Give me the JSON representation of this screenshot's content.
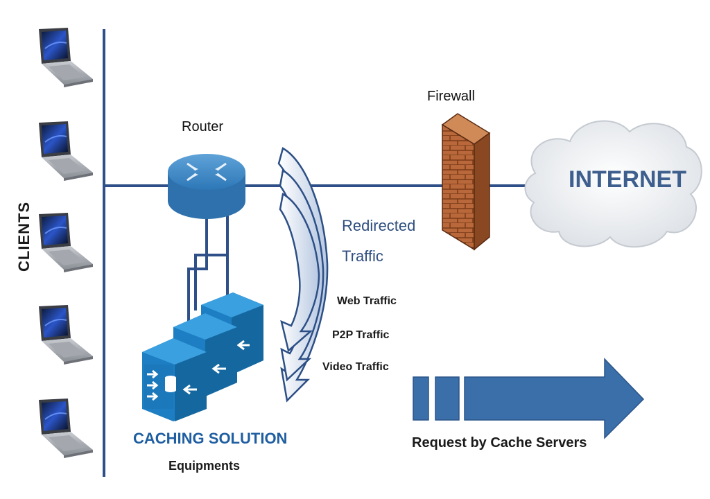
{
  "labels": {
    "clients": "CLIENTS",
    "router": "Router",
    "firewall": "Firewall",
    "internet": "INTERNET",
    "redirected_line1": "Redirected",
    "redirected_line2": "Traffic",
    "web_traffic": "Web Traffic",
    "p2p_traffic": "P2P Traffic",
    "video_traffic": "Video Traffic",
    "caching_solution": "CACHING SOLUTION",
    "equipments": "Equipments",
    "request_by_cache_servers": "Request by Cache Servers"
  },
  "colors": {
    "line": "#2e4f87",
    "router": "#3f88c5",
    "cache_box": "#1d7ec3",
    "firewall": "#a85a2c",
    "cloud": "#eef0f2",
    "arrow": "#3a6faa",
    "internet_text": "#3e5f8e",
    "caching_text": "#1f5ea1"
  },
  "icons": [
    "laptop-icon",
    "router-icon",
    "firewall-icon",
    "cloud-icon",
    "cache-server-icon",
    "curved-arrow-icon",
    "block-arrow-icon"
  ]
}
